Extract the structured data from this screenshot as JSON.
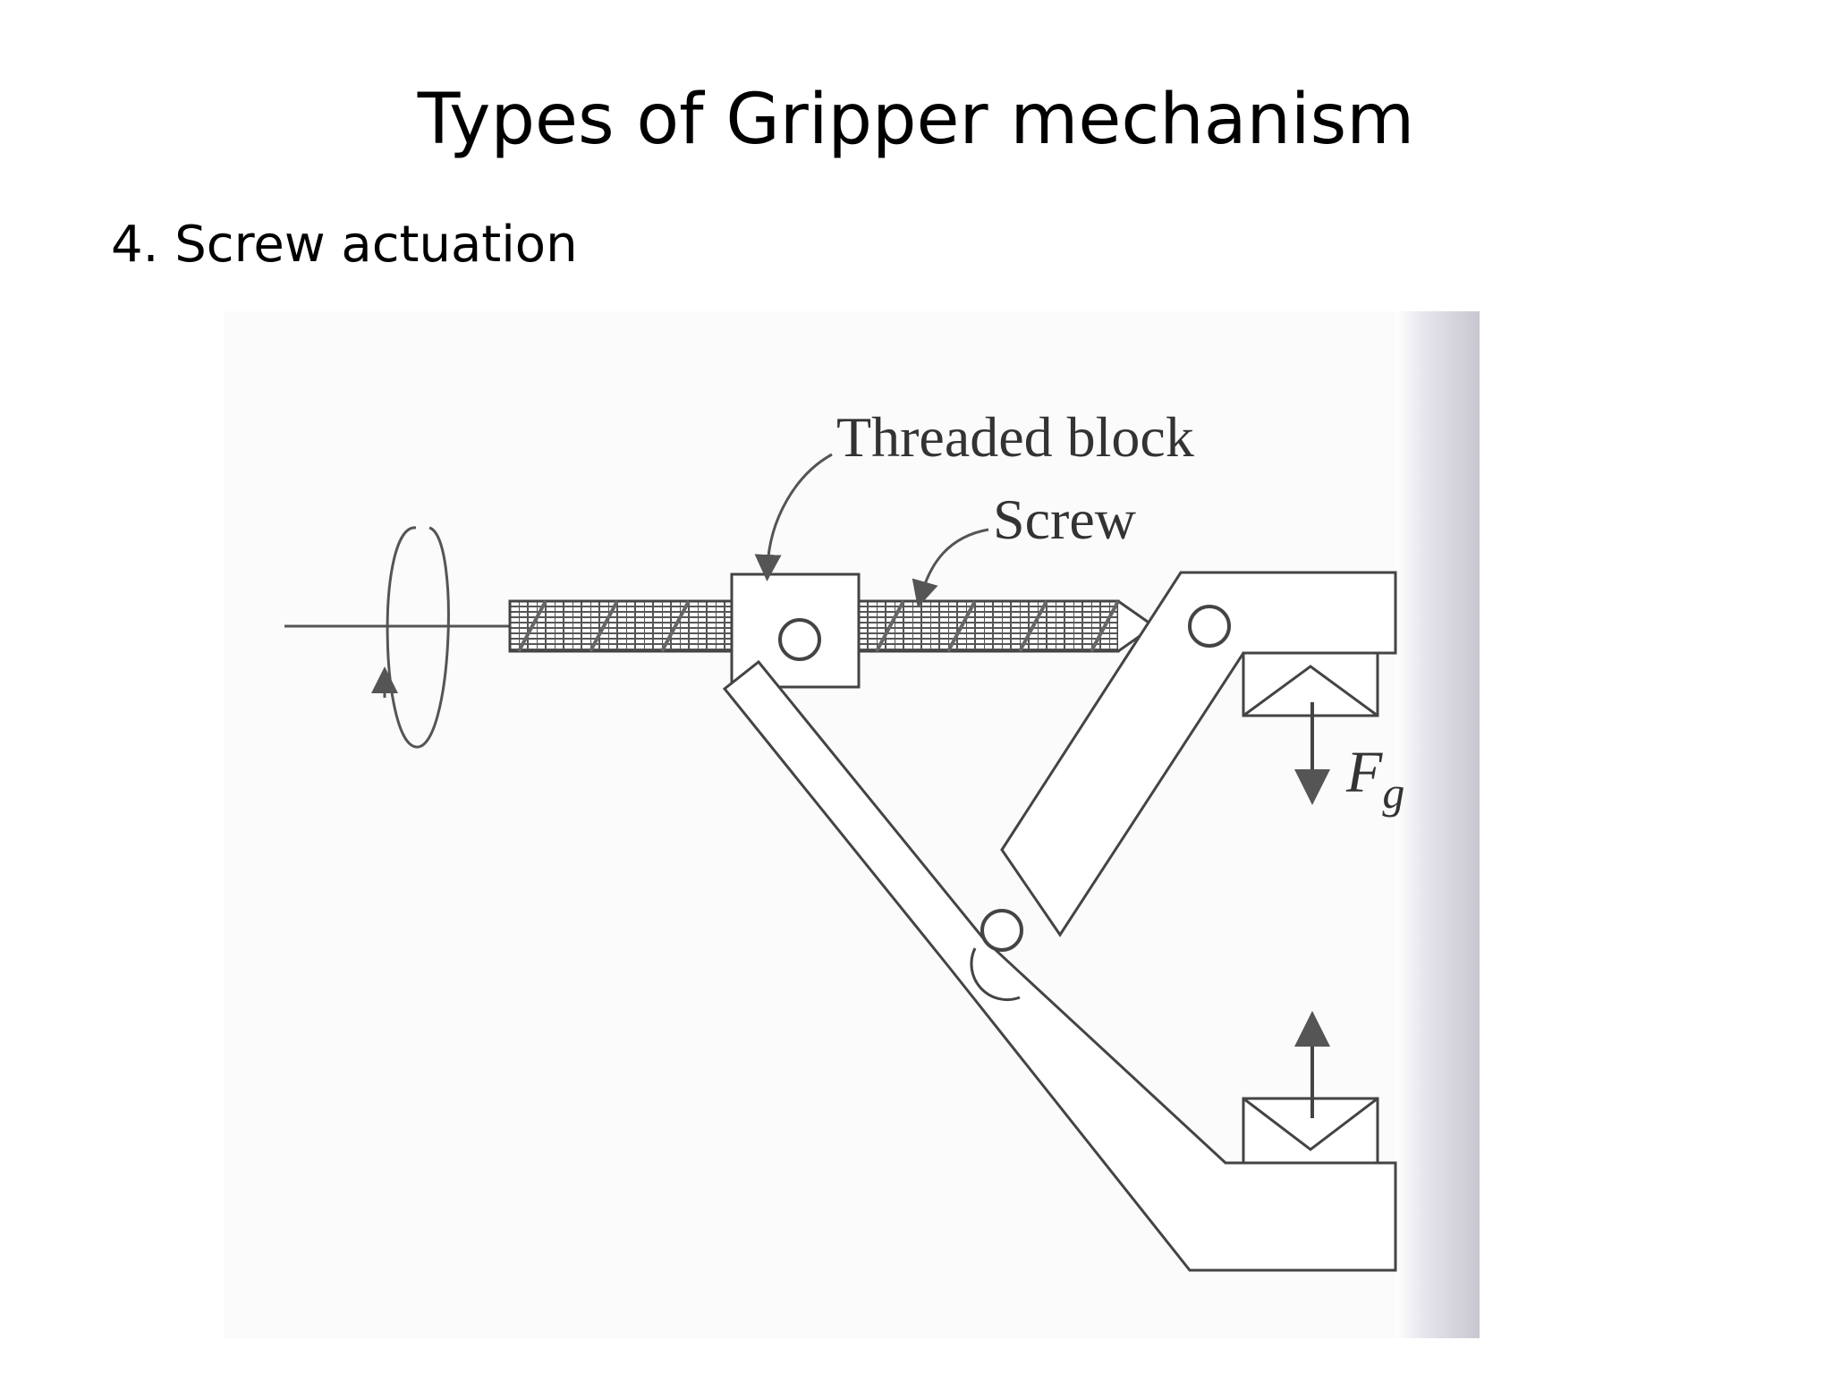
{
  "slide": {
    "title": "Types of Gripper mechanism",
    "subtitle": "4. Screw actuation"
  },
  "figure": {
    "labels": {
      "threaded_block": "Threaded block",
      "screw": "Screw",
      "force_symbol": "F",
      "force_subscript": "g"
    },
    "colors": {
      "line": "#444444",
      "edge_shadow": "#c8c6cf"
    }
  }
}
